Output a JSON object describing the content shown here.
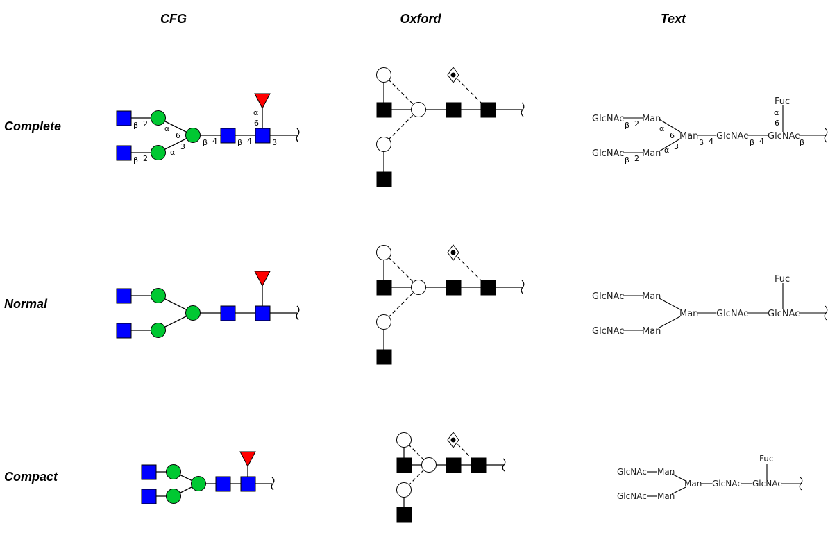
{
  "columns": {
    "cfg": "CFG",
    "oxford": "Oxford",
    "text": "Text"
  },
  "rows": {
    "complete": "Complete",
    "normal": "Normal",
    "compact": "Compact"
  },
  "linkage": {
    "alpha": "α",
    "beta": "β",
    "n2": "2",
    "n3": "3",
    "n4": "4",
    "n6": "6"
  },
  "residues": {
    "glcnac": "GlcNAc",
    "man": "Man",
    "fuc": "Fuc"
  },
  "colors": {
    "glcnac_blue": "#0000FF",
    "man_green": "#00C832",
    "fuc_red": "#FF0000",
    "oxford_black": "#000000"
  }
}
